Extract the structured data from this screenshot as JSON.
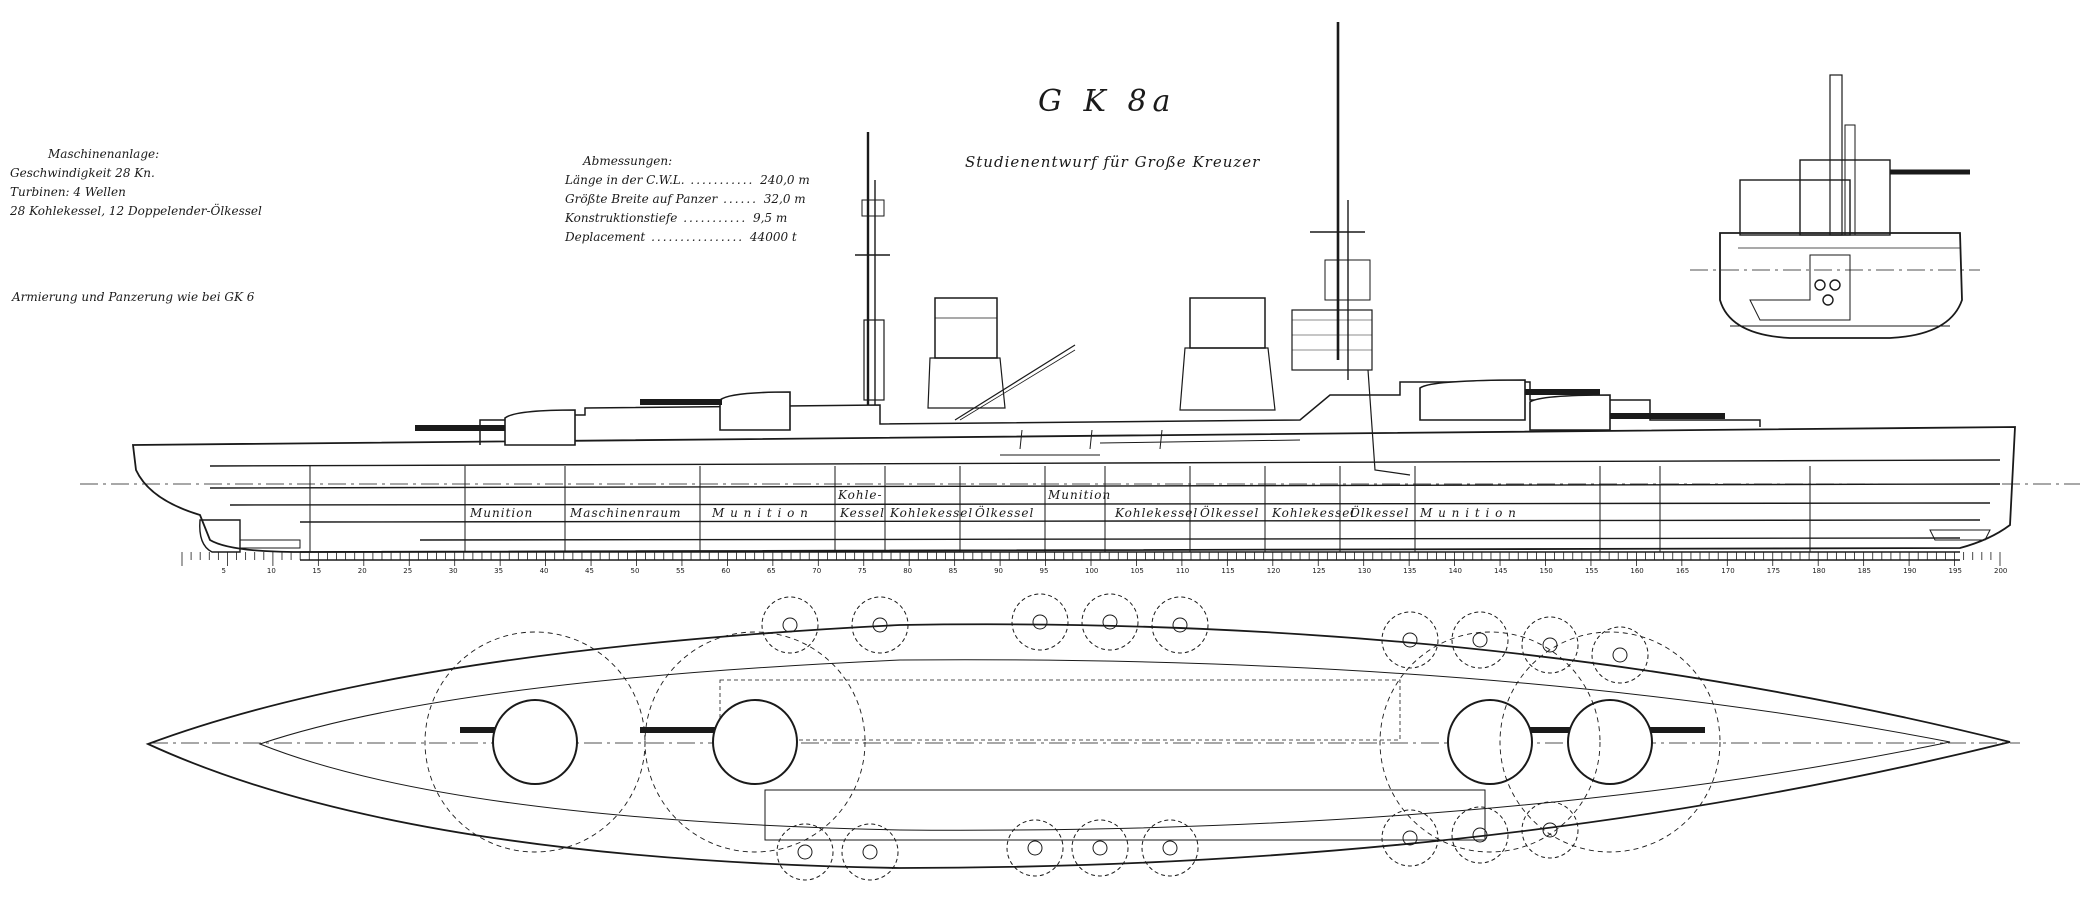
{
  "title": "G K 8a",
  "subtitle": "Studienentwurf für Große Kreuzer",
  "machinery": {
    "heading": "Maschinenanlage:",
    "lines": [
      "Geschwindigkeit 28 Kn.",
      "Turbinen: 4 Wellen",
      "28 Kohlekessel, 12 Doppelender-Ölkessel"
    ]
  },
  "armament_note": "Armierung und Panzerung wie bei GK 6",
  "dimensions": {
    "heading": "Abmessungen:",
    "rows": [
      {
        "label": "Länge in der C.W.L.",
        "value": "240,0 m"
      },
      {
        "label": "Größte Breite auf Panzer",
        "value": "32,0 m"
      },
      {
        "label": "Konstruktionstiefe",
        "value": "9,5 m"
      },
      {
        "label": "Deplacement",
        "value": "44000 t"
      }
    ]
  },
  "compartments": [
    "Munition",
    "Maschinenraum",
    "M u n i t i o n",
    "Kohle-",
    "Kessel",
    "Kohlekessel",
    "Ölkessel",
    "Munition",
    "Kohlekessel",
    "Ölkessel",
    "Kohlekessel",
    "Ölkessel",
    "M u n i t i o n"
  ],
  "frame_numbers": [
    "5",
    "10",
    "15",
    "20",
    "25",
    "30",
    "35",
    "40",
    "45",
    "50",
    "55",
    "60",
    "65",
    "70",
    "75",
    "80",
    "85",
    "90",
    "95",
    "100",
    "105",
    "110",
    "115",
    "120",
    "125",
    "130",
    "135",
    "140",
    "145",
    "150",
    "155",
    "160",
    "165",
    "170",
    "175",
    "180",
    "185",
    "190",
    "195",
    "200"
  ],
  "colors": {
    "ink": "#1a1a1a",
    "paper": "#ffffff"
  }
}
